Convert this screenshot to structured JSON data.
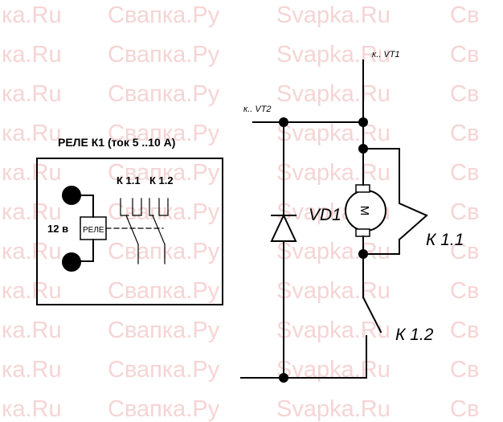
{
  "watermark": {
    "text_latin": "Svapka.Ru",
    "text_cyr": "Свапка.Ру",
    "fragment_left": "ка.Ru",
    "fragment_right": "Св",
    "color": "#f6d4d4"
  },
  "relay_box": {
    "title": "РЕЛЕ К1 (ток 5 ..10 А)",
    "coil_label": "РЕЛЕ",
    "voltage_label": "12 в",
    "contact_label_1": "К 1.1",
    "contact_label_2": "К 1.2"
  },
  "schematic": {
    "vt1_label": "к.. VT1",
    "vt2_label": "к.. VT2",
    "diode_label": "VD1",
    "motor_symbol": "M",
    "contact_k11_label": "К 1.1",
    "contact_k12_label": "К 1.2"
  }
}
